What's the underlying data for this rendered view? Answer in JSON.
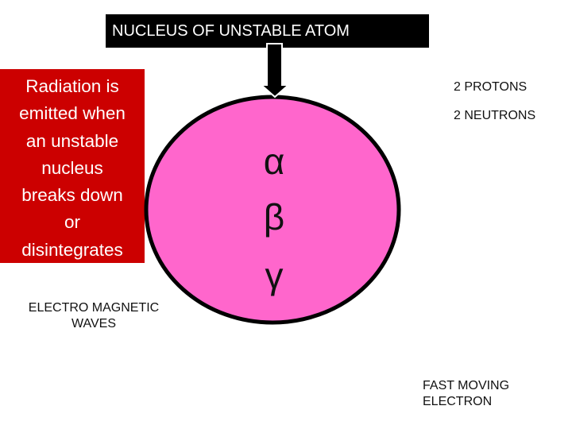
{
  "title": "NUCLEUS OF UNSTABLE ATOM",
  "definition_box": {
    "lines": [
      "Radiation is",
      "emitted when",
      "an unstable",
      "nucleus",
      "breaks down",
      "or",
      "disintegrates"
    ],
    "color": "#cc0000"
  },
  "nucleus": {
    "fill": "#ff66cc",
    "symbols": [
      "α",
      "β",
      "γ"
    ]
  },
  "labels": {
    "alpha_line1": "2 PROTONS",
    "alpha_line2": "2 NEUTRONS",
    "gamma_line1": "ELECTRO MAGNETIC",
    "gamma_line2": "WAVES",
    "beta_line1": "FAST MOVING",
    "beta_line2": "ELECTRON"
  }
}
